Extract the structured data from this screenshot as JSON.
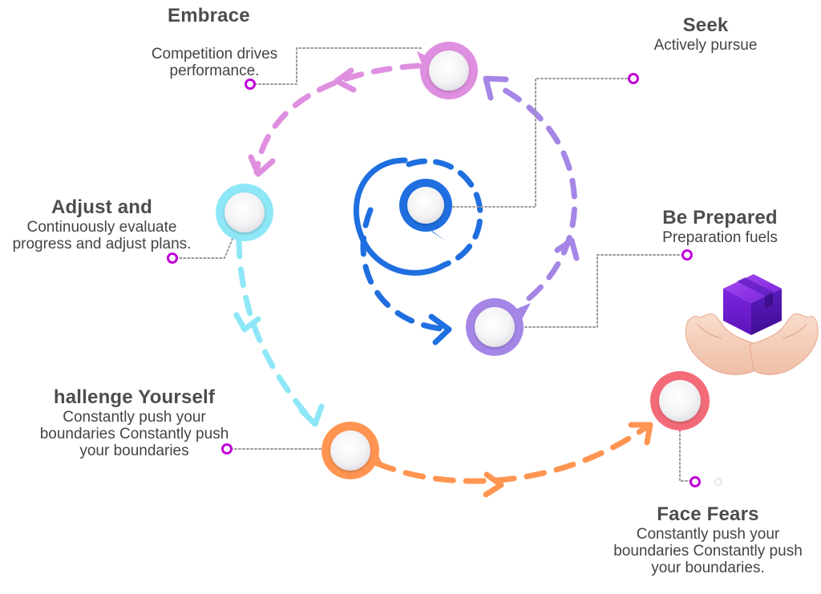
{
  "colors": {
    "blue": "#1f6fe0",
    "violet": "#a585e6",
    "pink": "#df8fe0",
    "cyan": "#8ee7f7",
    "orange": "#ff9551",
    "red": "#f36b78",
    "connector": "#9a9a9a",
    "endpoint": "#c000d8"
  },
  "steps": [
    {
      "id": "seek",
      "title": "Seek",
      "desc": "Actively pursue",
      "ring_color": "violet",
      "icon": "pin-circle-icon"
    },
    {
      "id": "embrace",
      "title": "Embrace",
      "desc": "Competition drives performance.",
      "ring_color": "pink",
      "icon": "pin-circle-icon"
    },
    {
      "id": "adjust",
      "title": "Adjust and",
      "desc": "Continuously evaluate progress and adjust plans.",
      "ring_color": "cyan",
      "icon": "pin-circle-icon"
    },
    {
      "id": "challenge",
      "title": "hallenge Yourself",
      "desc": "Constantly push your boundaries Constantly push your boundaries",
      "ring_color": "orange",
      "icon": "pin-circle-icon"
    },
    {
      "id": "face-fears",
      "title": "Face Fears",
      "desc": "Constantly push your boundaries Constantly push your boundaries.",
      "ring_color": "red",
      "icon": "pin-circle-icon"
    },
    {
      "id": "be-prepared",
      "title": "Be Prepared",
      "desc": "Preparation fuels",
      "ring_color": "violet",
      "icon": "pin-circle-icon"
    }
  ],
  "illustration": "hands-holding-box-icon"
}
